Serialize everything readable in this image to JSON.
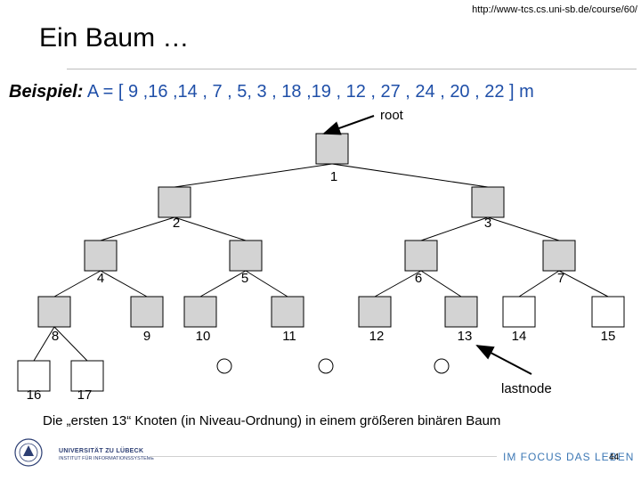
{
  "header": {
    "url": "http://www-tcs.cs.uni-sb.de/course/60/"
  },
  "slide": {
    "title": "Ein Baum …",
    "example_label": "Beispiel:",
    "example_expr": "A = [ 9 ,16 ,14 , 7 , 5, 3 , 18 ,19 , 12 , 27 , 24 , 20 , 22 ] m",
    "caption": "Die „ersten 13“ Knoten (in Niveau-Ordnung) in einem größeren binären Baum"
  },
  "tree": {
    "annotations": {
      "root": "root",
      "lastnode": "lastnode"
    },
    "filled_color": "#d3d3d3",
    "empty_color": "#ffffff",
    "nodes": [
      {
        "id": 1,
        "label": "1",
        "filled": true
      },
      {
        "id": 2,
        "label": "2",
        "filled": true
      },
      {
        "id": 3,
        "label": "3",
        "filled": true
      },
      {
        "id": 4,
        "label": "4",
        "filled": true
      },
      {
        "id": 5,
        "label": "5",
        "filled": true
      },
      {
        "id": 6,
        "label": "6",
        "filled": true
      },
      {
        "id": 7,
        "label": "7",
        "filled": true
      },
      {
        "id": 8,
        "label": "8",
        "filled": true
      },
      {
        "id": 9,
        "label": "9",
        "filled": true
      },
      {
        "id": 10,
        "label": "10",
        "filled": true
      },
      {
        "id": 11,
        "label": "11",
        "filled": true
      },
      {
        "id": 12,
        "label": "12",
        "filled": true
      },
      {
        "id": 13,
        "label": "13",
        "filled": true
      },
      {
        "id": 14,
        "label": "14",
        "filled": false
      },
      {
        "id": 15,
        "label": "15",
        "filled": false
      },
      {
        "id": 16,
        "label": "16",
        "filled": false
      },
      {
        "id": 17,
        "label": "17",
        "filled": false
      }
    ]
  },
  "footer": {
    "university": "UNIVERSITÄT ZU LÜBECK",
    "institute": "INSTITUT FÜR INFORMATIONSSYSTEME",
    "slogan": "IM FOCUS DAS LEBEN",
    "page": "44"
  }
}
